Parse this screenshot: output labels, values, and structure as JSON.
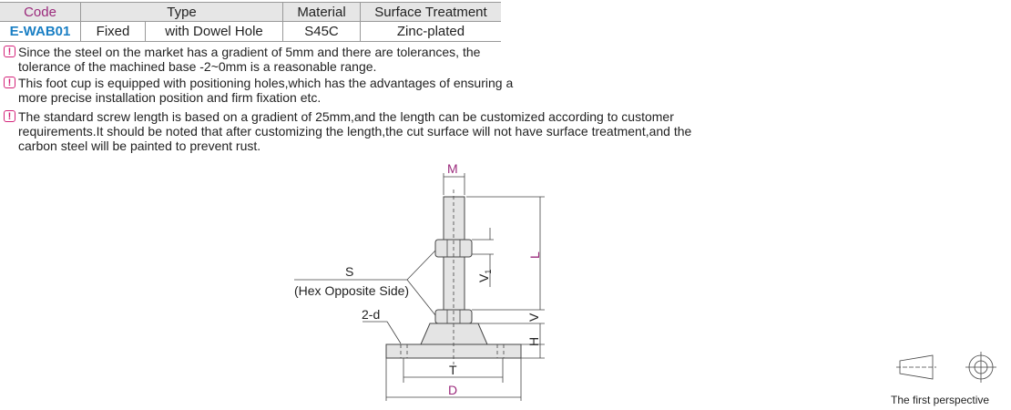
{
  "table": {
    "headers": {
      "code": "Code",
      "type": "Type",
      "material": "Material",
      "surface": "Surface Treatment"
    },
    "row": {
      "code": "E-WAB01",
      "type1": "Fixed",
      "type2": "with Dowel Hole",
      "material": "S45C",
      "surface": "Zinc-plated"
    }
  },
  "notes": [
    "Since the steel on the market has a gradient of 5mm and there are tolerances, the tolerance of the machined base -2~0mm is a reasonable range.",
    "This foot cup is equipped with positioning holes,which has the advantages of ensuring a more precise installation position and firm fixation etc.",
    "The standard screw length is based on a gradient of 25mm,and the length can be customized according to customer requirements.It should be noted that after customizing the length,the cut surface will not have surface treatment,and the carbon steel will be painted to prevent rust."
  ],
  "note_icon": "exclamation-icon",
  "drawing": {
    "M": "M",
    "L": "L",
    "V1": "V",
    "V1_sub": "1",
    "V": "V",
    "H": "H",
    "T": "T",
    "D": "D",
    "S": "S",
    "S_note": "(Hex Opposite Side)",
    "holes": "2-d"
  },
  "perspective": "The first perspective",
  "colors": {
    "accent": "#9b2a7c",
    "code": "#1a7fc4",
    "note": "#d4237a"
  }
}
